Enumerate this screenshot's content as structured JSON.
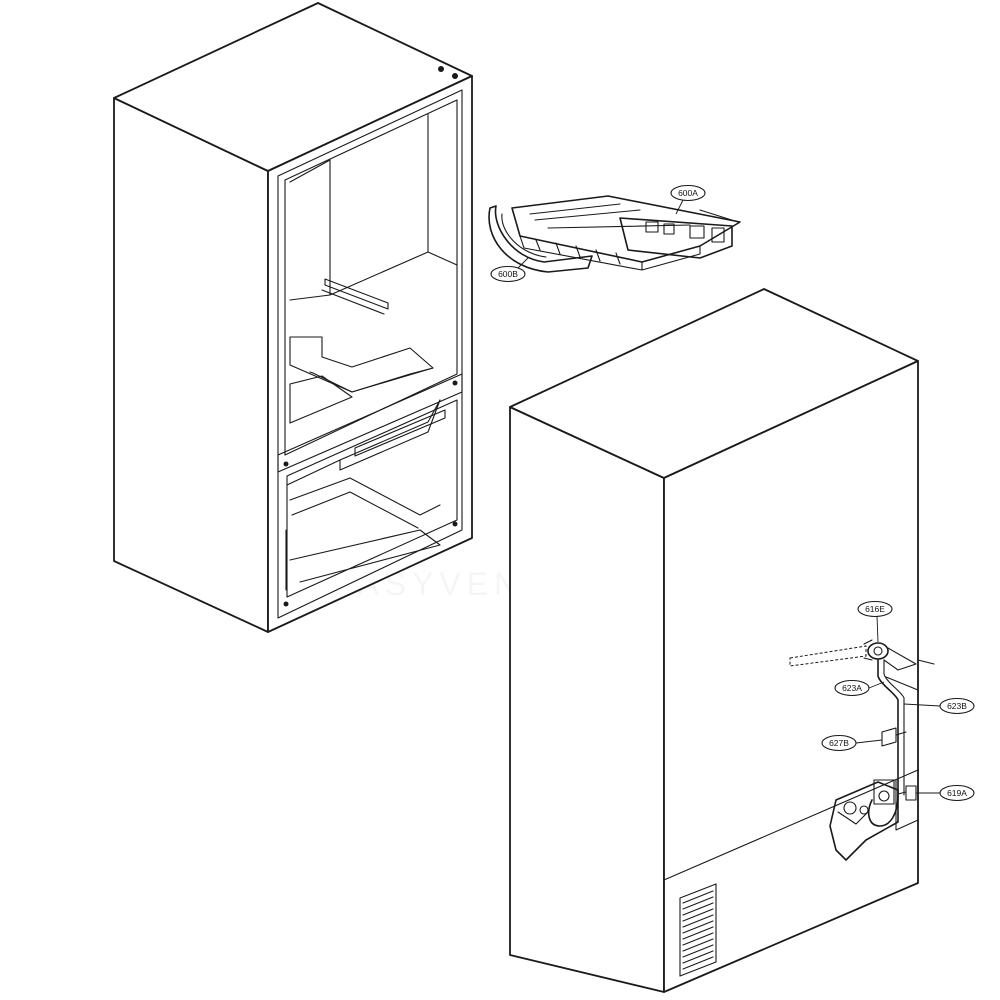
{
  "diagram": {
    "type": "exploded-parts-view",
    "callouts": [
      {
        "id": "600A",
        "label": "600A"
      },
      {
        "id": "600B",
        "label": "600B"
      },
      {
        "id": "616E",
        "label": "616E"
      },
      {
        "id": "623A",
        "label": "623A"
      },
      {
        "id": "623B",
        "label": "623B"
      },
      {
        "id": "627B",
        "label": "627B"
      },
      {
        "id": "619A",
        "label": "619A"
      }
    ],
    "watermark": "EASYVENTURES"
  }
}
